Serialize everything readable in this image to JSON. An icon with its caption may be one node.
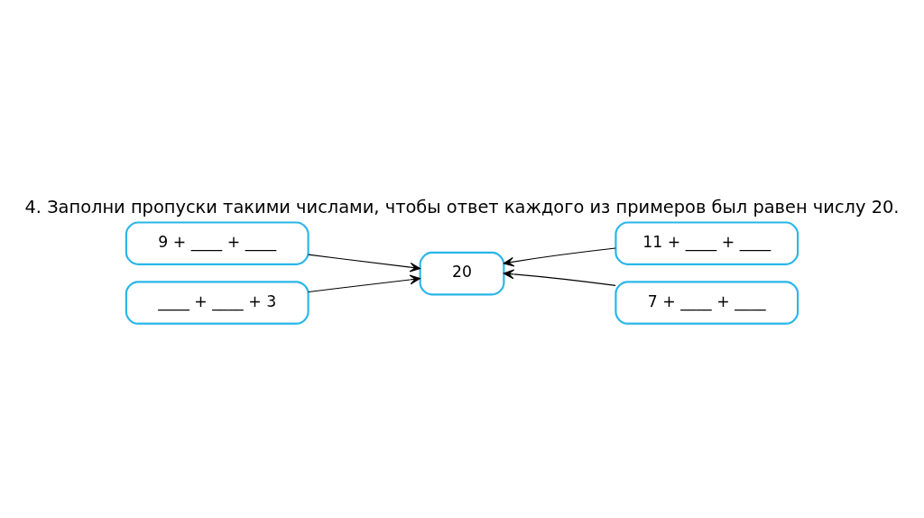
{
  "diagram": {
    "title": "4. Заполни пропуски такими числами, чтобы ответ каждого из примеров был равен числу 20.",
    "nodes": [
      {
        "text": [
          "9 + ____ + ____"
        ]
      },
      {
        "text": [
          "11 + ____ + ____"
        ]
      },
      {
        "text": [
          "20"
        ]
      },
      {
        "text": [
          "____ + ____ + 3"
        ]
      },
      {
        "text": [
          "7 + ____ + ____"
        ]
      }
    ],
    "edges": [
      {
        "from": 0,
        "to": 2,
        "arrow": "to"
      },
      {
        "from": 3,
        "to": 2,
        "arrow": "to"
      },
      {
        "from": 1,
        "to": 2,
        "arrow": "to"
      },
      {
        "from": 4,
        "to": 2,
        "arrow": "to"
      }
    ]
  }
}
